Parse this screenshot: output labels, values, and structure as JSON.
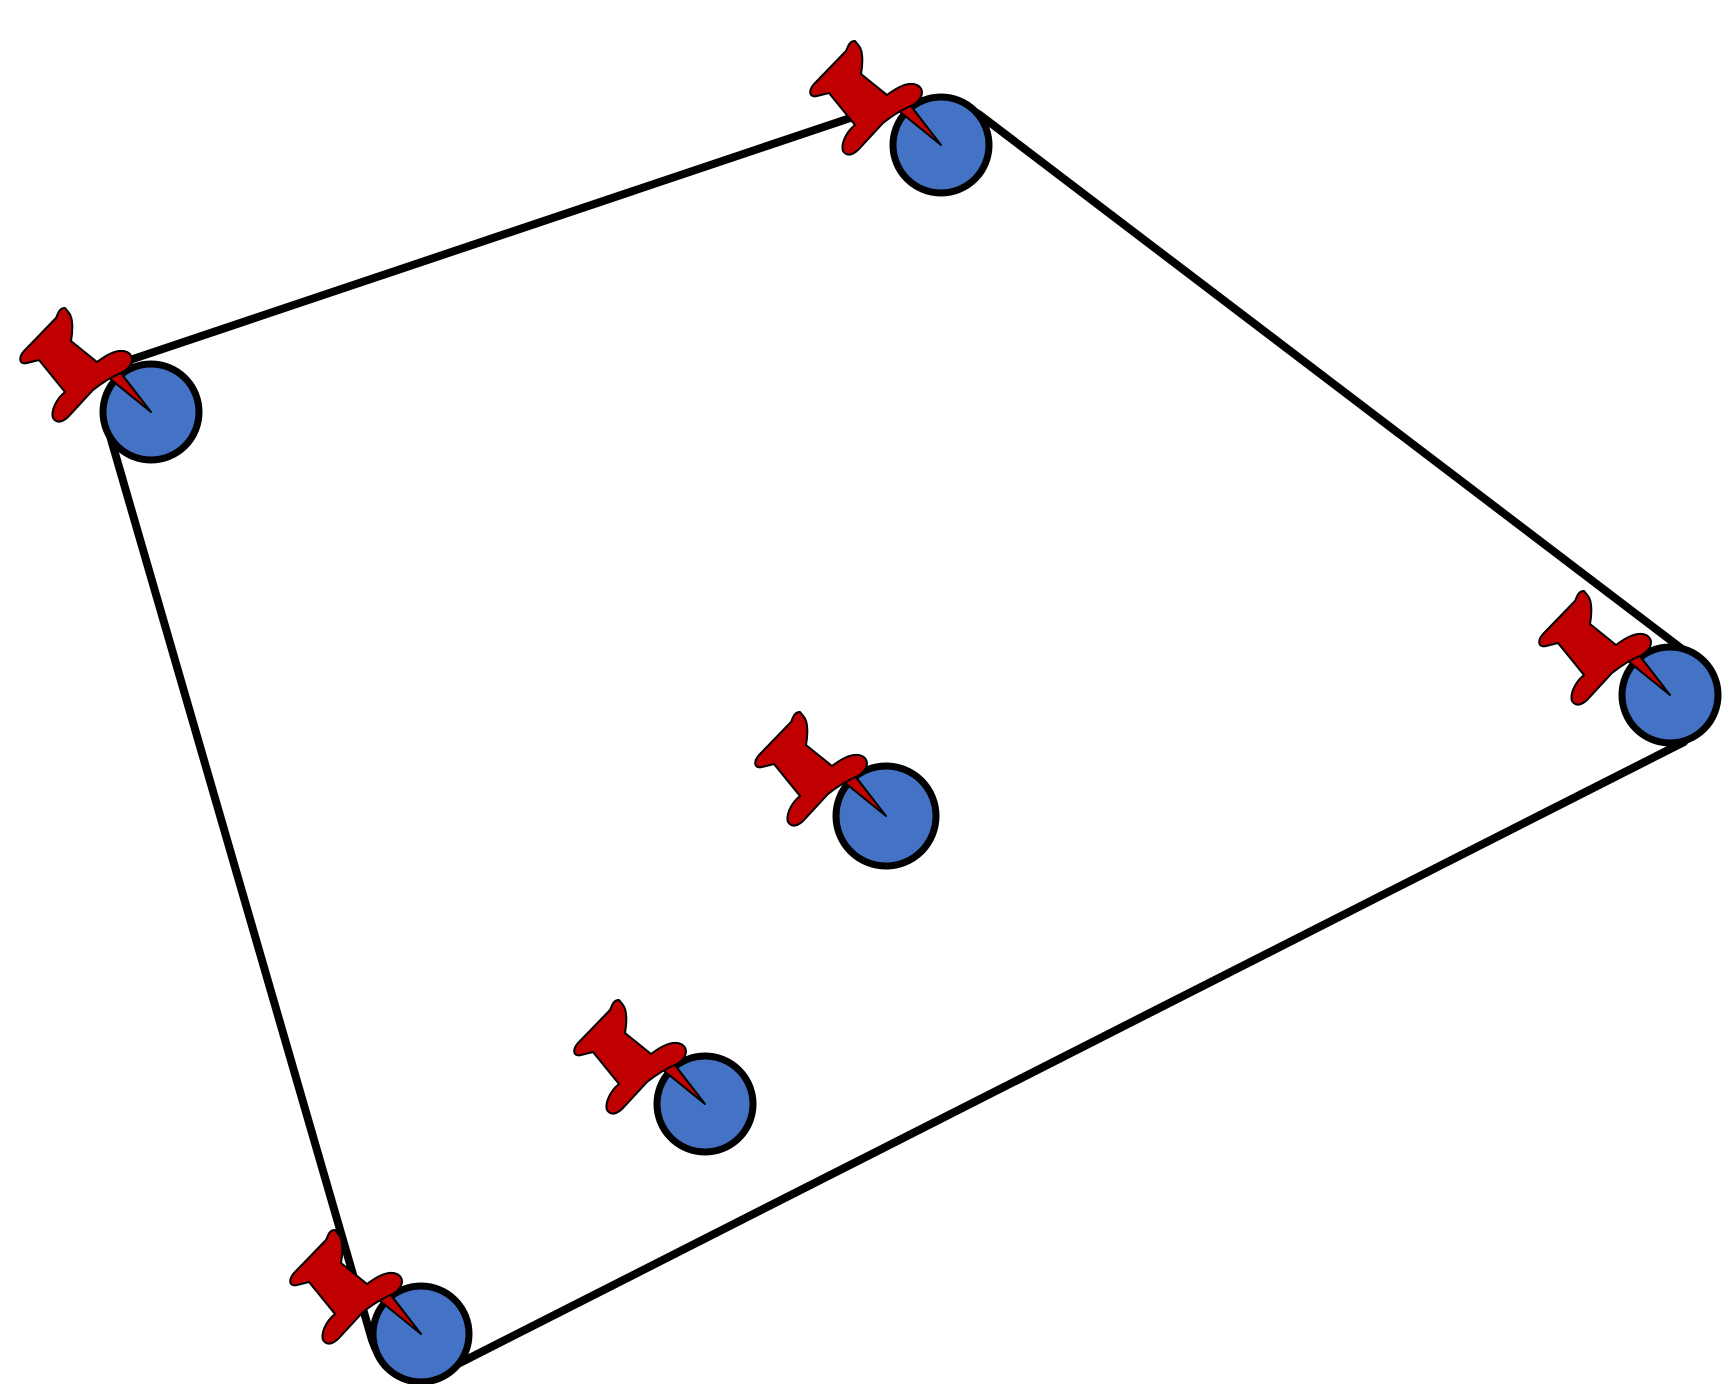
{
  "diagram": {
    "kind": "convex hull of pinned points",
    "colors": {
      "background": "#ffffff",
      "hull_stroke": "#000000",
      "point_fill": "#4472c4",
      "point_stroke": "#000000",
      "pin_fill": "#c00000",
      "pin_stroke": "#000000"
    },
    "icons": {
      "point": "circle-node-icon",
      "pin": "pushpin-icon"
    },
    "points": [
      {
        "id": "p1",
        "on_hull": true
      },
      {
        "id": "p2",
        "on_hull": true
      },
      {
        "id": "p3",
        "on_hull": true
      },
      {
        "id": "p4",
        "on_hull": true
      },
      {
        "id": "p5",
        "on_hull": false
      },
      {
        "id": "p6",
        "on_hull": false
      }
    ],
    "hull_order": [
      "p2",
      "p1",
      "p3",
      "p4"
    ]
  }
}
